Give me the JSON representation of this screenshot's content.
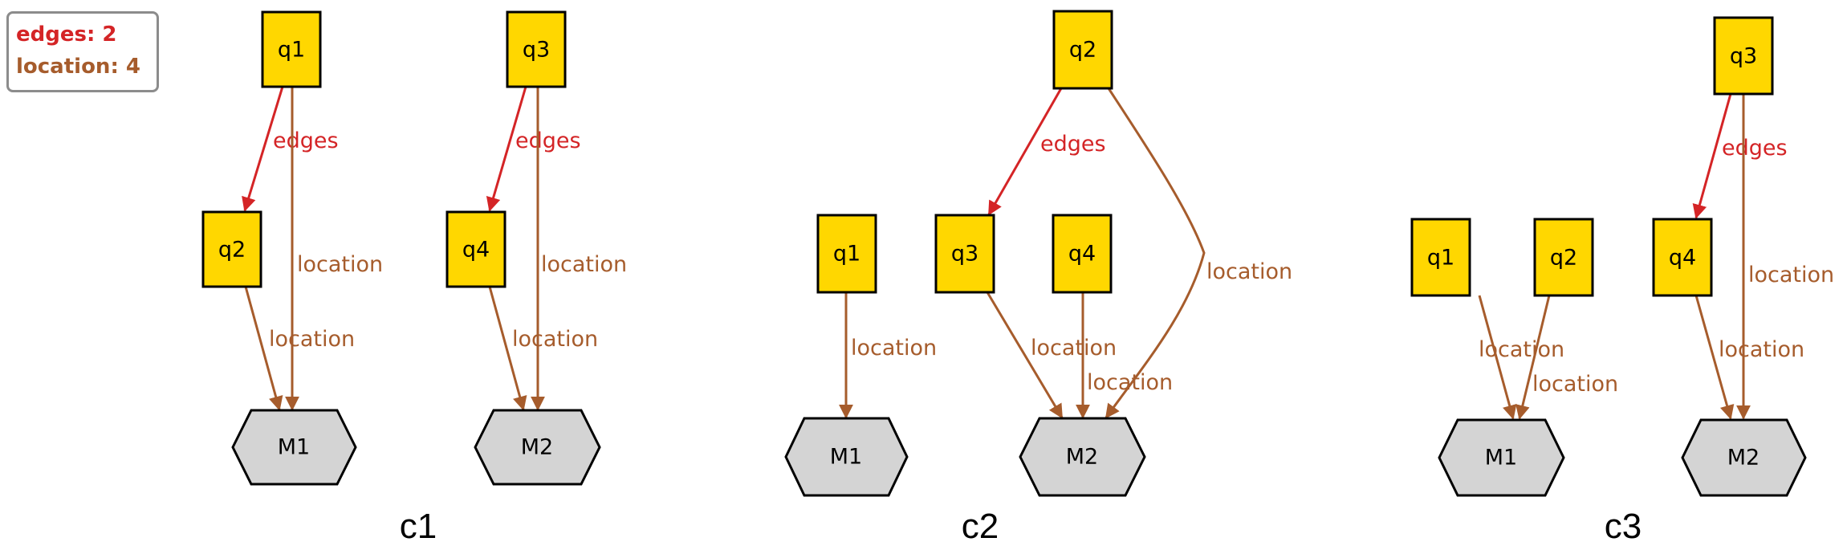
{
  "legend": {
    "edges": "edges: 2",
    "location": "location: 4"
  },
  "colors": {
    "edges": "#d42426",
    "location": "#a65c2c",
    "box_fill": "#ffd700",
    "hex_fill": "#d4d4d4"
  },
  "node_shapes": {
    "q": "rectangle",
    "M": "hexagon"
  },
  "graphs": [
    {
      "caption": "c1",
      "nodes": [
        "q1",
        "q2",
        "M1",
        "q3",
        "q4",
        "M2"
      ],
      "edges": [
        {
          "from": "q1",
          "to": "q2",
          "label": "edges"
        },
        {
          "from": "q1",
          "to": "M1",
          "label": "location"
        },
        {
          "from": "q2",
          "to": "M1",
          "label": "location"
        },
        {
          "from": "q3",
          "to": "q4",
          "label": "edges"
        },
        {
          "from": "q3",
          "to": "M2",
          "label": "location"
        },
        {
          "from": "q4",
          "to": "M2",
          "label": "location"
        }
      ]
    },
    {
      "caption": "c2",
      "nodes": [
        "q2",
        "q1",
        "q3",
        "q4",
        "M1",
        "M2"
      ],
      "edges": [
        {
          "from": "q2",
          "to": "q3",
          "label": "edges"
        },
        {
          "from": "q2",
          "to": "M2",
          "label": "location"
        },
        {
          "from": "q1",
          "to": "M1",
          "label": "location"
        },
        {
          "from": "q3",
          "to": "M2",
          "label": "location"
        },
        {
          "from": "q4",
          "to": "M2",
          "label": "location"
        }
      ]
    },
    {
      "caption": "c3",
      "nodes": [
        "q3",
        "q1",
        "q2",
        "q4",
        "M1",
        "M2"
      ],
      "edges": [
        {
          "from": "q3",
          "to": "q4",
          "label": "edges"
        },
        {
          "from": "q3",
          "to": "M2",
          "label": "location"
        },
        {
          "from": "q1",
          "to": "M1",
          "label": "location"
        },
        {
          "from": "q2",
          "to": "M1",
          "label": "location"
        },
        {
          "from": "q4",
          "to": "M2",
          "label": "location"
        }
      ]
    }
  ]
}
